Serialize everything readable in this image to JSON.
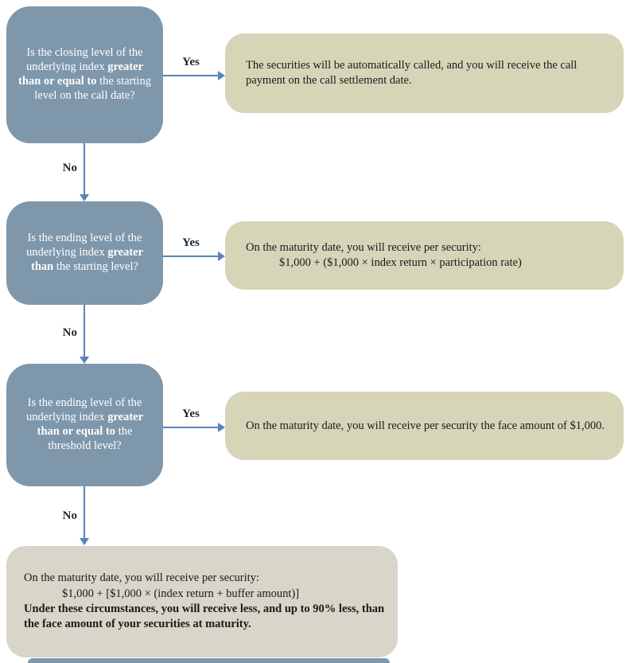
{
  "diagram": {
    "labels": {
      "yes": "Yes",
      "no": "No"
    },
    "nodes": {
      "q1": {
        "pre": "Is the closing level of the underlying index ",
        "bold": "greater than or equal to",
        "post": " the starting level on the call date?"
      },
      "q2": {
        "pre": "Is the ending level of the underlying index ",
        "bold": "greater than",
        "post": " the starting level?"
      },
      "q3": {
        "pre": "Is the ending level of the underlying index ",
        "bold": "greater than or equal to",
        "post": " the threshold level?"
      },
      "a1": {
        "line1": "The securities will be automatically called, and you will receive the call payment on the call settlement date."
      },
      "a2": {
        "line1": "On the maturity date, you will receive per security:",
        "formula": "$1,000 + ($1,000 × index return × participation rate)"
      },
      "a3": {
        "line1": "On the maturity date, you will receive per security the face amount of $1,000."
      },
      "final": {
        "line1": "On the maturity date, you will receive per security:",
        "formula": "$1,000 + [$1,000 × (index return + buffer amount)]",
        "warning": "Under these circumstances, you will receive less, and up to 90% less, than the face amount of your securities at maturity."
      }
    },
    "colors": {
      "question_box": "#7e97ab",
      "answer_box": "#d7d5b8",
      "final_box": "#d8d5c9",
      "arrow": "#5b83b8",
      "question_text": "#ffffff",
      "answer_text": "#1a1a1a",
      "label_text": "#1c2733"
    }
  }
}
